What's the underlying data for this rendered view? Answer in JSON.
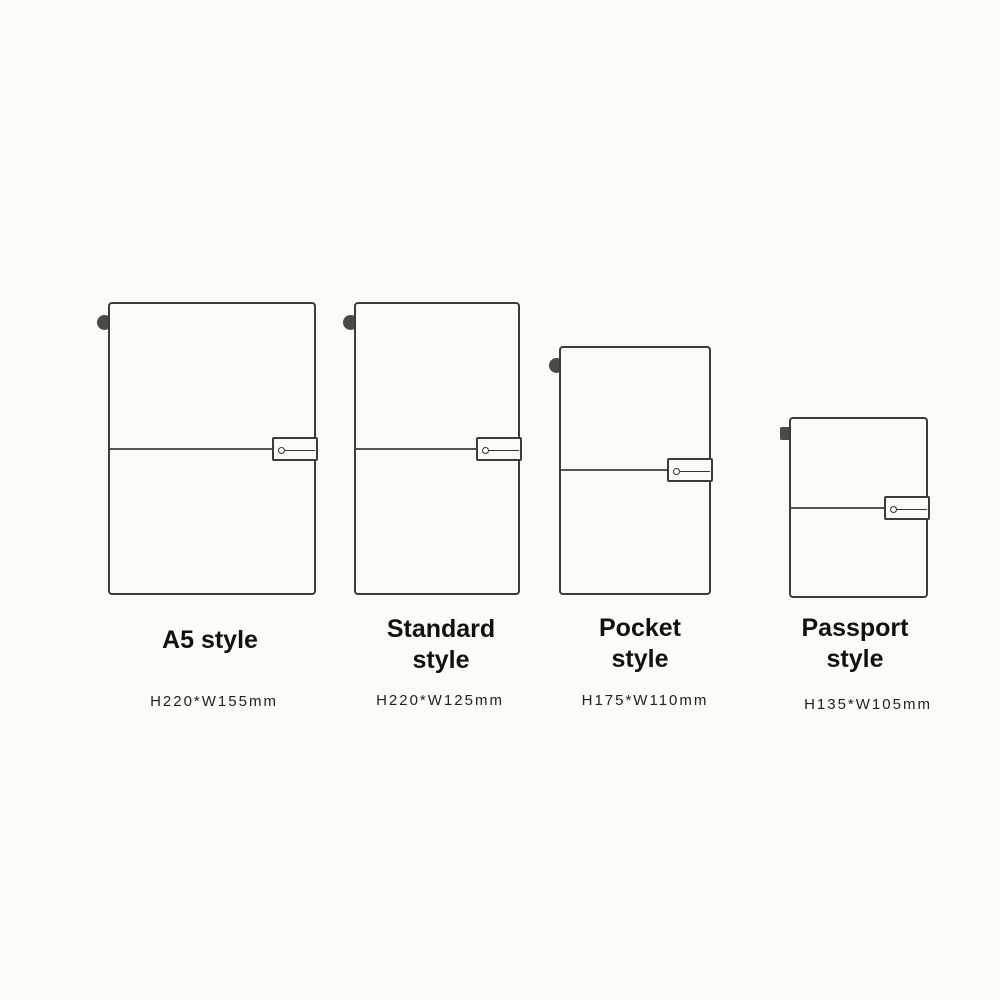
{
  "notebooks": [
    {
      "id": "a5",
      "title_lines": [
        "A5 style"
      ],
      "dimensions": "H220*W155mm"
    },
    {
      "id": "standard",
      "title_lines": [
        "Standard",
        "style"
      ],
      "dimensions": "H220*W125mm"
    },
    {
      "id": "pocket",
      "title_lines": [
        "Pocket",
        "style"
      ],
      "dimensions": "H175*W110mm"
    },
    {
      "id": "passport",
      "title_lines": [
        "Passport",
        "style"
      ],
      "dimensions": "H135*W105mm"
    }
  ],
  "colors": {
    "background": "#fcfbf5",
    "outline": "#3b3b3b",
    "tab": "#4a4a4a"
  }
}
